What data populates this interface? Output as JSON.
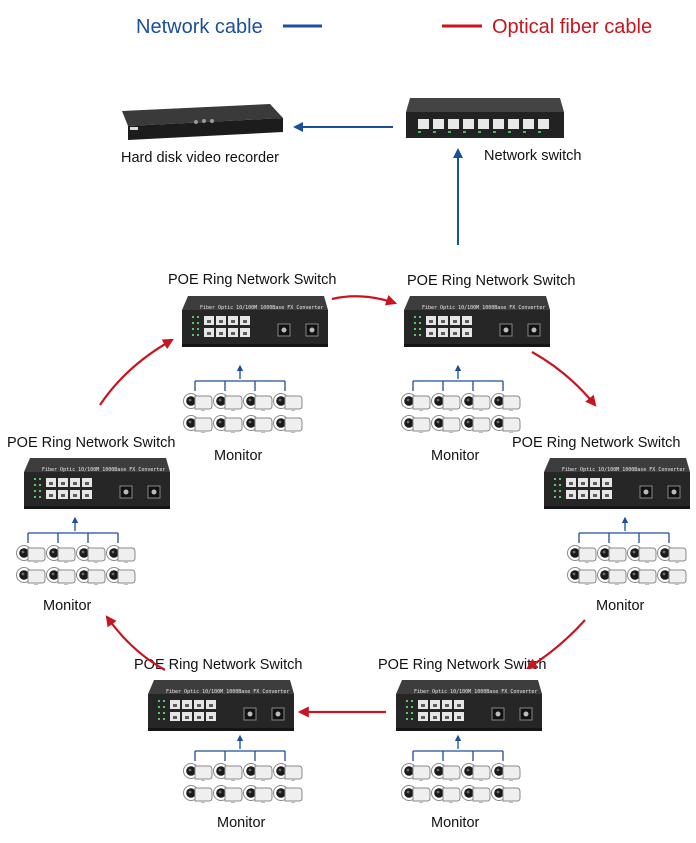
{
  "legend": {
    "network_cable": "Network cable",
    "optical_fiber_cable": "Optical fiber cable"
  },
  "colors": {
    "network_cable": "#1a4f9c",
    "optical_fiber_cable": "#c8141e",
    "device_body": "#2a2a2a"
  },
  "devices": {
    "recorder": {
      "label": "Hard disk video recorder"
    },
    "network_switch": {
      "label": "Network switch"
    },
    "ring_switches": [
      {
        "label": "POE Ring Network Switch",
        "device_text": "Fiber Optic 10/100M 1000Base FX Converter"
      },
      {
        "label": "POE Ring Network Switch",
        "device_text": "Fiber Optic 10/100M 1000Base FX Converter"
      },
      {
        "label": "POE Ring Network Switch",
        "device_text": "Fiber Optic 10/100M 1000Base FX Converter"
      },
      {
        "label": "POE Ring Network Switch",
        "device_text": "Fiber Optic 10/100M 1000Base FX Converter"
      },
      {
        "label": "POE Ring Network Switch",
        "device_text": "Fiber Optic 10/100M 1000Base FX Converter"
      },
      {
        "label": "POE Ring Network Switch",
        "device_text": "Fiber Optic 10/100M 1000Base FX Converter"
      }
    ],
    "monitors": [
      {
        "label": "Monitor"
      },
      {
        "label": "Monitor"
      },
      {
        "label": "Monitor"
      },
      {
        "label": "Monitor"
      },
      {
        "label": "Monitor"
      },
      {
        "label": "Monitor"
      }
    ]
  }
}
